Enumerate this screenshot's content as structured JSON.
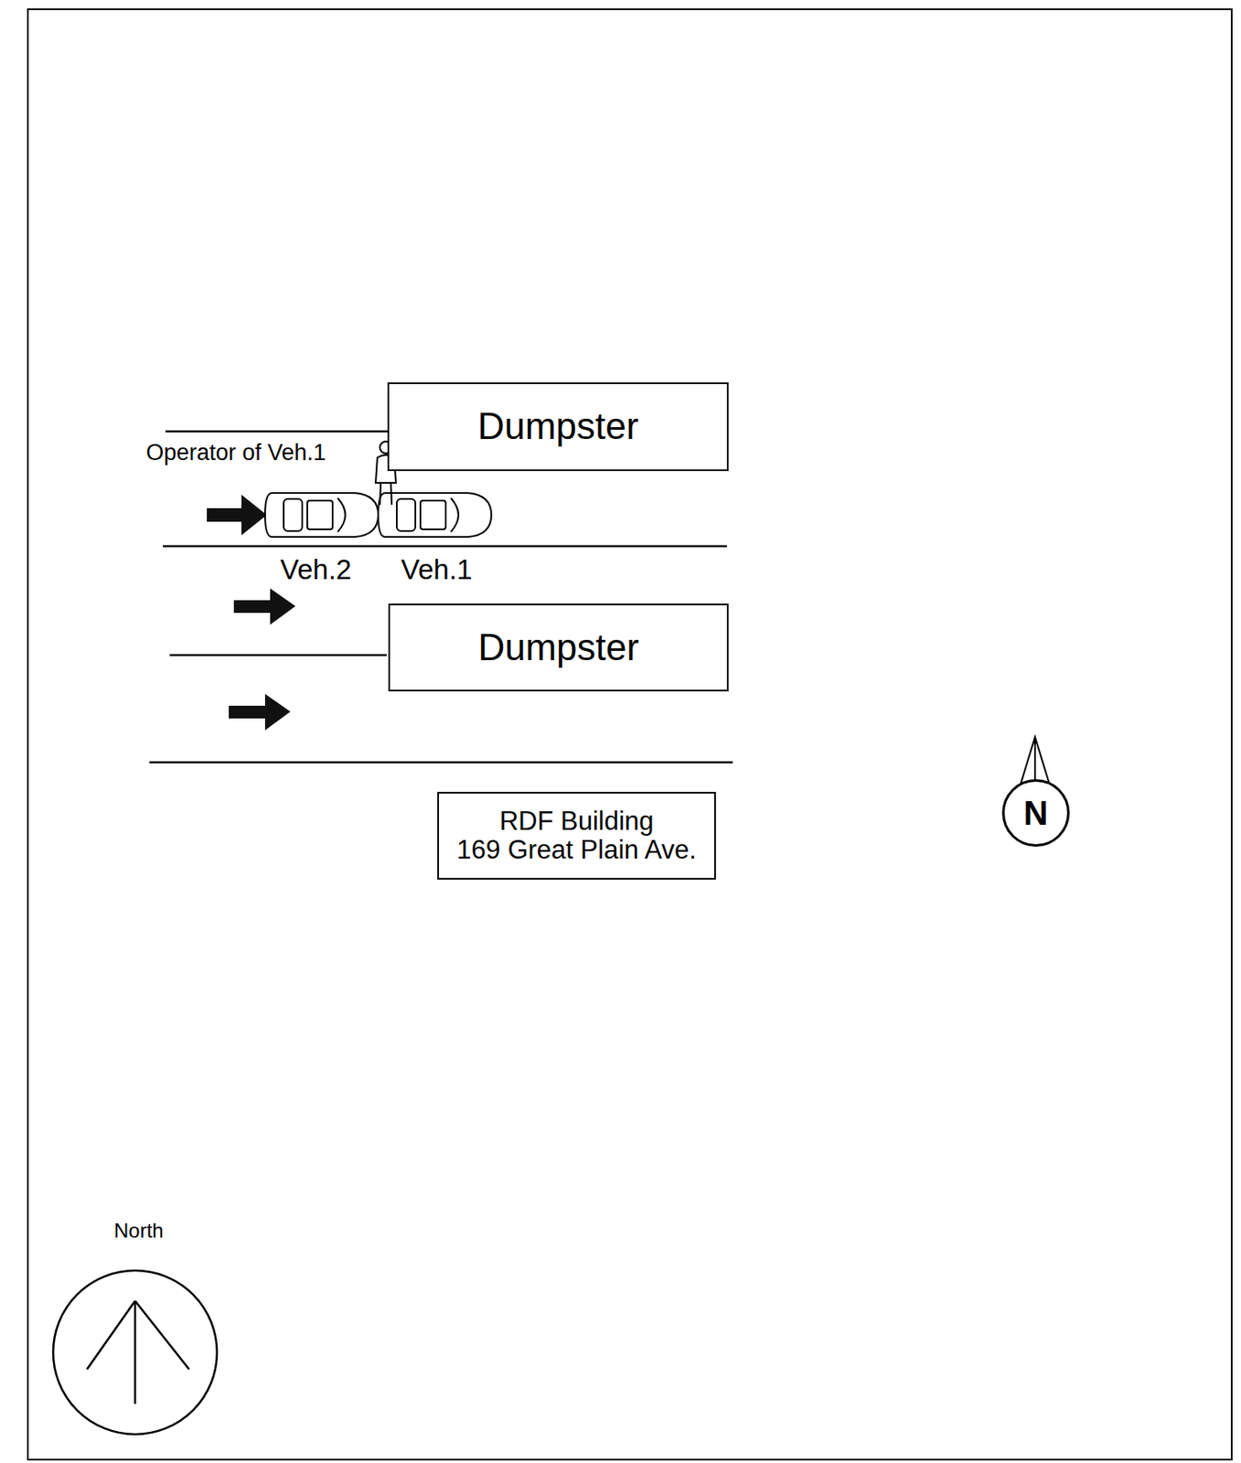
{
  "diagram": {
    "nodes": [
      {
        "text": [
          "Dumpster"
        ]
      },
      {
        "text": [
          "Dumpster"
        ]
      },
      {
        "text": [
          "RDF Building",
          "169 Great Plain Ave."
        ]
      },
      {
        "text": [
          "N"
        ]
      }
    ],
    "labels": [
      "Operator of Veh.1",
      "Veh.2",
      "Veh.1",
      "North"
    ]
  }
}
